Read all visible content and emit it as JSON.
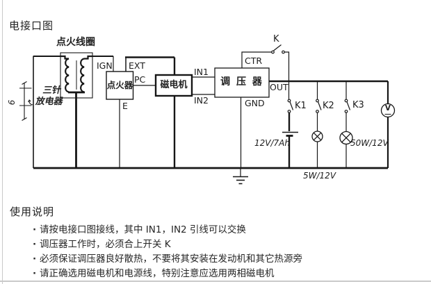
{
  "title": "电接口图",
  "colors": {
    "line": "#161616",
    "text": "#222222",
    "chrome": "#c9c9c9",
    "background": "#ffffff"
  },
  "diagram": {
    "ignition_coil_label": "点火线圈",
    "discharger": {
      "line1": "三针",
      "line2": "放电器",
      "gap": "6"
    },
    "igniter_label": "点火器",
    "magneto_label": "磁电机",
    "regulator_label": "调 压 器",
    "terminals": {
      "ign": "IGN",
      "ext": "EXT",
      "pc": "PC",
      "e": "E",
      "in1": "IN1",
      "in2": "IN2",
      "ctr": "CTR",
      "out": "OUT",
      "gnd": "GND"
    },
    "switches": {
      "k": "K",
      "k1": "K1",
      "k2": "K2",
      "k3": "K3"
    },
    "battery_label": "12V/7Ah",
    "lamp1_label": "5W/12V",
    "lamp2_label": "50W/12V",
    "voltmeter_label": "V"
  },
  "instructions": {
    "heading": "使用说明",
    "bullet": "·",
    "items": [
      "请按电接口图接线，其中 IN1，IN2 引线可以交换",
      "调压器工作时，必须合上开关 K",
      "必须保证调压器良好散热，不要将其安装在发动机和其它热源旁",
      "请正确选用磁电机和电源线，特别注意应选用两相磁电机"
    ]
  }
}
